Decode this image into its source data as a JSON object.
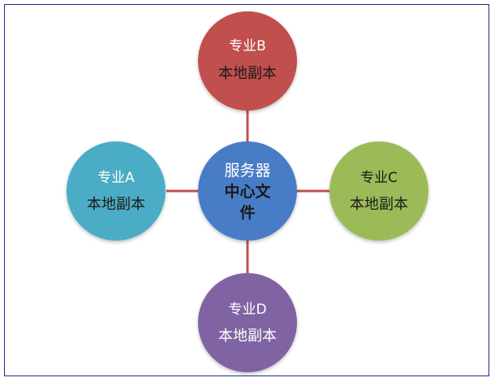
{
  "diagram": {
    "center": {
      "line1": "服务器",
      "line2": "中心文",
      "line3": "件",
      "color": "#4a7cc6"
    },
    "nodes": {
      "top": {
        "title": "专业B",
        "subtitle": "本地副本",
        "color": "#c0504d"
      },
      "left": {
        "title": "专业A",
        "subtitle": "本地副本",
        "color": "#4bacc6"
      },
      "right": {
        "title": "专业C",
        "subtitle": "本地副本",
        "color": "#9bbb59"
      },
      "bottom": {
        "title": "专业D",
        "subtitle": "本地副本",
        "color": "#8064a2"
      }
    },
    "connector_color": "#c0504d",
    "frame_color": "#1f2a8a"
  }
}
